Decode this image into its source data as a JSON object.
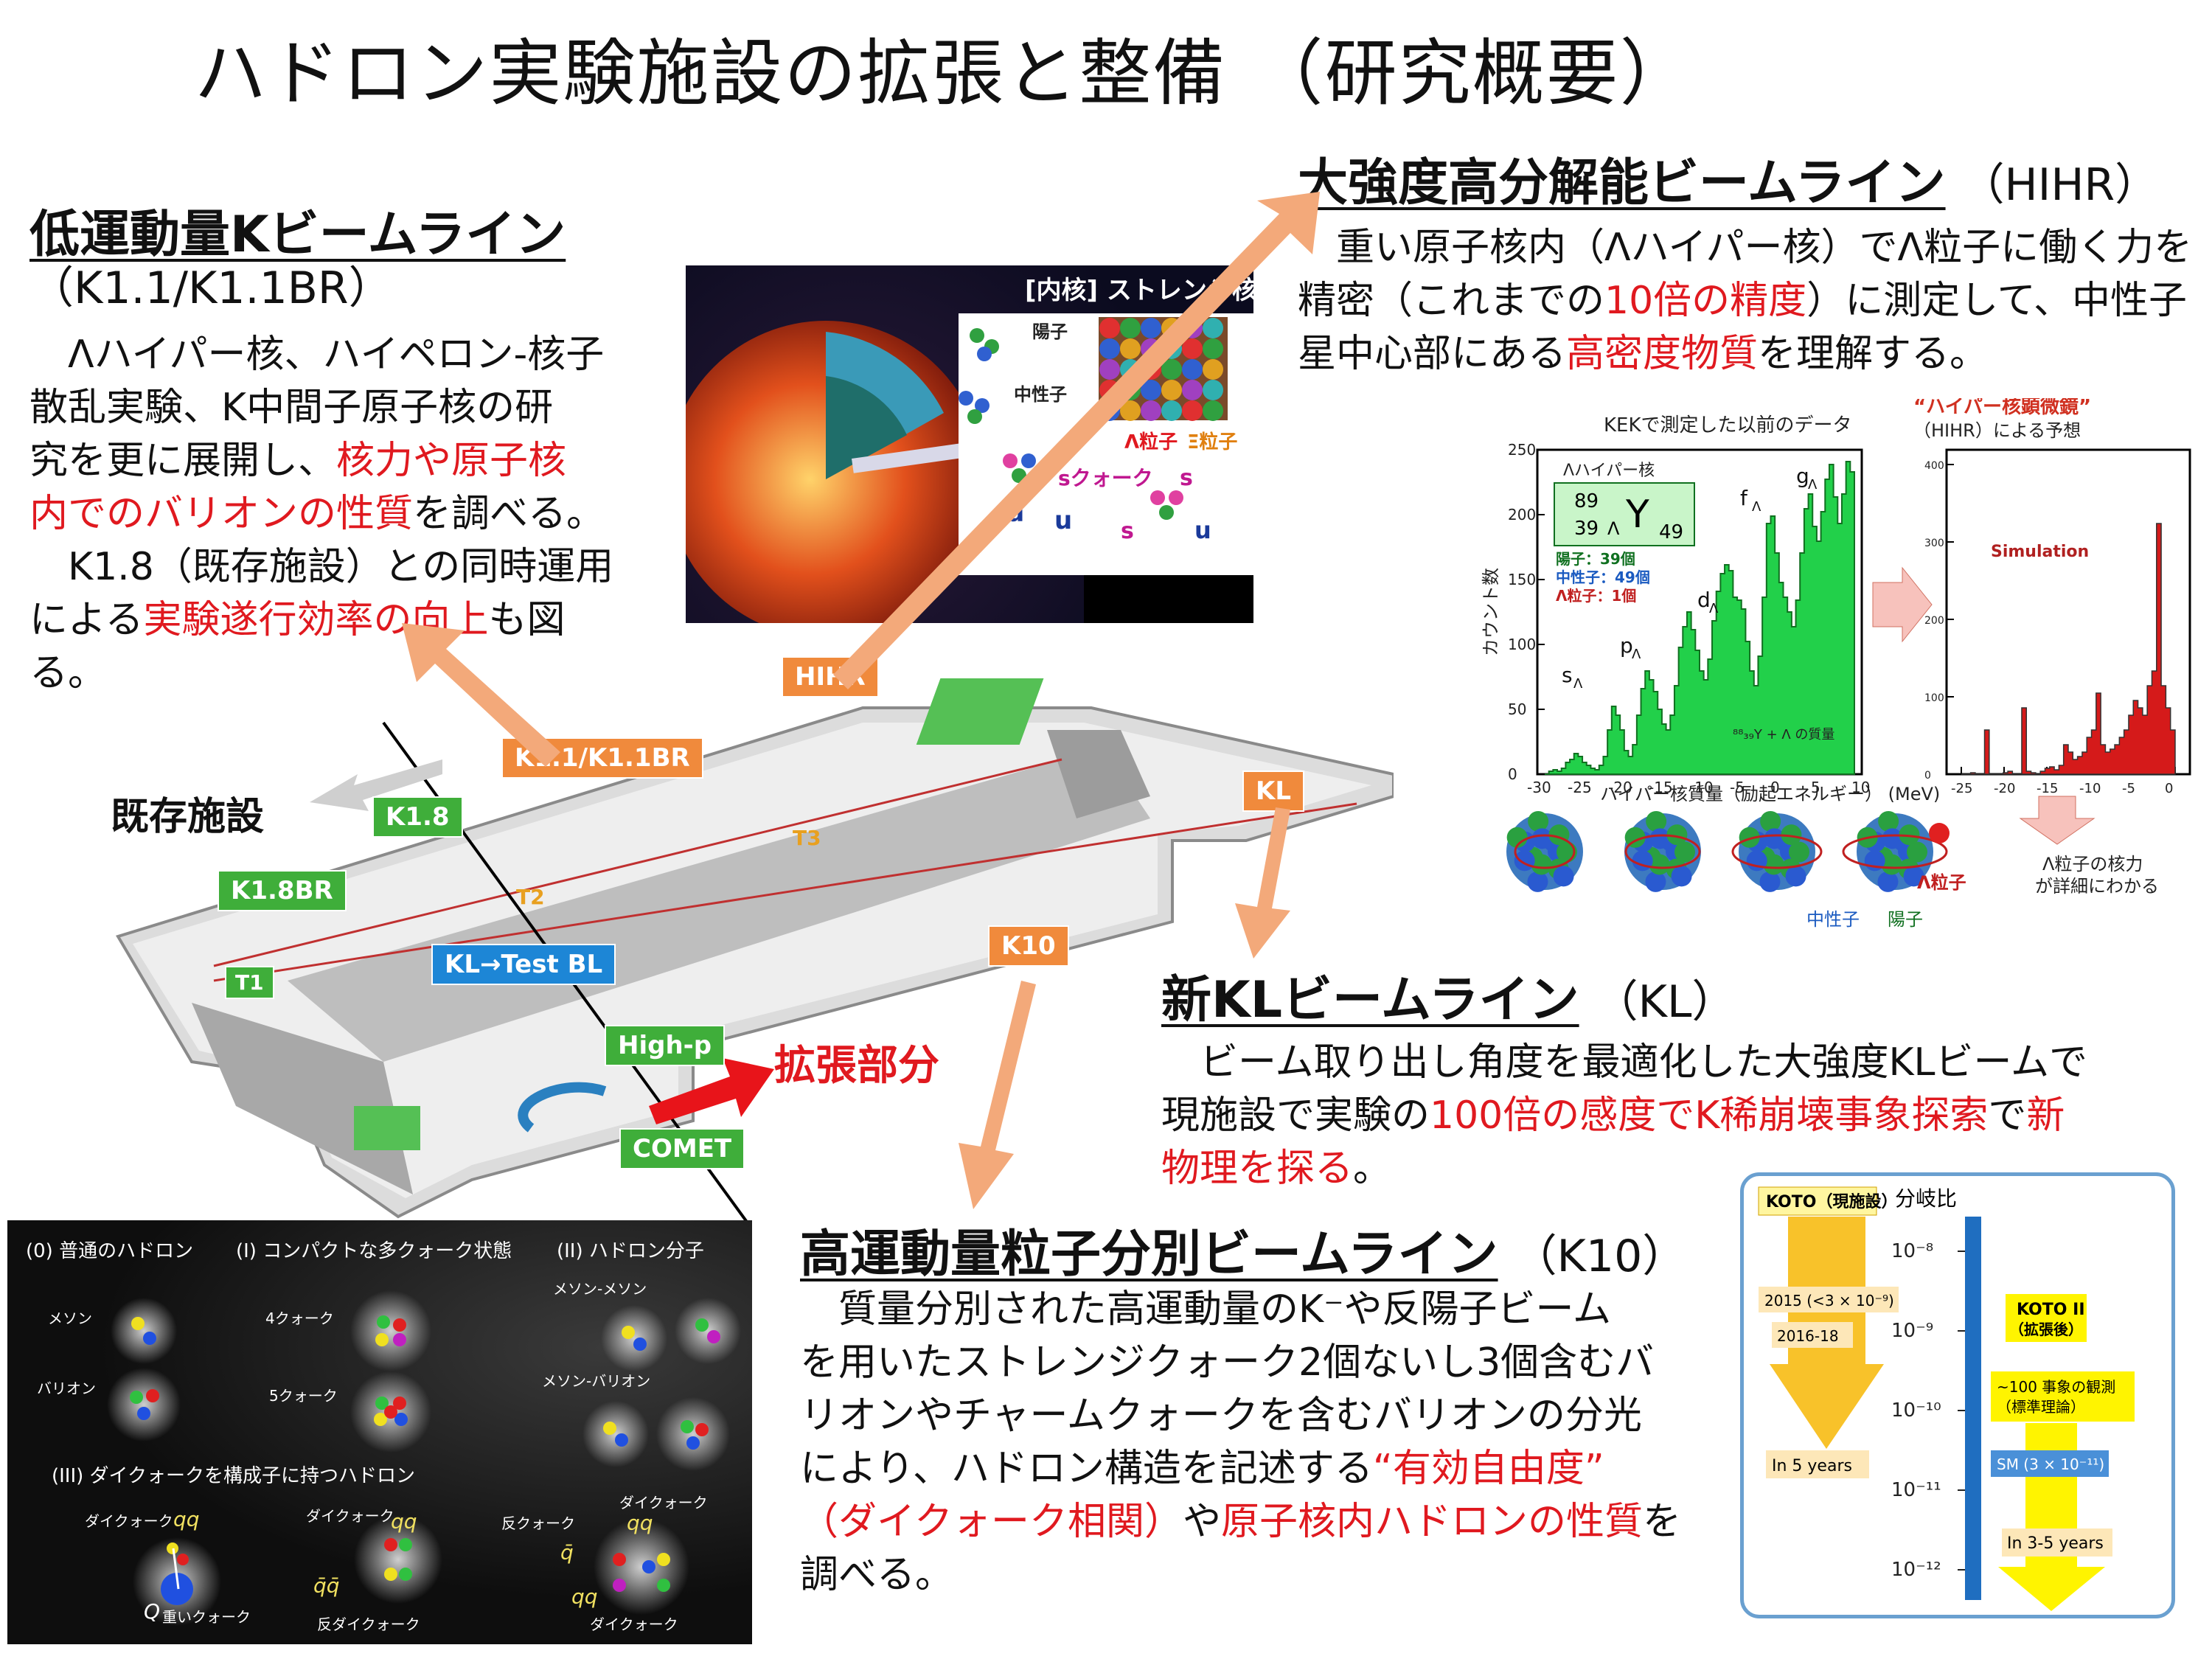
{
  "title": "ハドロン実験施設の拡張と整備 （研究概要）",
  "low_k": {
    "heading": "低運動量Kビームライン",
    "sub": "（K1.1/K1.1BR）",
    "p1a": "　Λハイパー核、ハイペロン-核子",
    "p1b": "散乱実験、K中間子原子核の研",
    "p1c": "究を更に展開し、",
    "p1c_red": "核力や原子核",
    "p1d_red": "内でのバリオンの性質",
    "p1d": "を調べる。",
    "p2a": "　K1.8（既存施設）との同時運用",
    "p2b": "による",
    "p2b_red": "実験遂行効率の向上",
    "p2b2": "も図",
    "p2c": "る。"
  },
  "hihr": {
    "heading": "大強度高分解能ビームライン",
    "sub": "（HIHR）",
    "l1": "　重い原子核内（Λハイパー核）でΛ粒子に働く力を",
    "l2a": "精密（これまでの",
    "l2_red": "10倍の精度",
    "l2b": "）に測定して、中性子",
    "l3a": "星中心部にある",
    "l3_red": "高密度物質",
    "l3b": "を理解する。"
  },
  "kl": {
    "heading": "新KLビームライン",
    "sub": "（KL）",
    "l1": "　ビーム取り出し角度を最適化した大強度KLビームで",
    "l2a": "現施設で実験の",
    "l2_red": "100倍の感度でK稀崩壊事象探索",
    "l2b": "で",
    "l2_red2": "新",
    "l3_red": "物理を探る",
    "l3b": "。"
  },
  "k10": {
    "heading": "高運動量粒子分別ビームライン",
    "sub": "（K10）",
    "l1": "　質量分別された高運動量のK⁻や反陽子ビーム",
    "l2": "を用いたストレンジクォーク2個ないし3個含むバ",
    "l3": "リオンやチャームクォークを含むバリオンの分光",
    "l4a": "により、ハドロン構造を記述する",
    "l4_red": "“有効自由度”",
    "l5_red": "（ダイクォーク相関）",
    "l5b": "や",
    "l5_red2": "原子核内ハドロンの性質",
    "l5c": "を",
    "l6": "調べる。"
  },
  "facility": {
    "existing": "既存施設",
    "expansion": "拡張部分",
    "labels": {
      "hihr": "HIHR",
      "k11": "K1.1/K1.1BR",
      "k18": "K1.8",
      "k18br": "K1.8BR",
      "kl": "KL",
      "k10": "K10",
      "kltest": "KL→Test BL",
      "highp": "High-p",
      "comet": "COMET",
      "t1": "T1",
      "t2": "T2",
      "t3": "T3"
    }
  },
  "neutron_star": {
    "caption": "[内核] ストレンジ核物質?",
    "proton": "陽子",
    "neutron": "中性子",
    "lambda": "Λ粒子",
    "xi": "Ξ粒子",
    "squark": "sクォーク",
    "s": "s",
    "d": "d",
    "u": "u"
  },
  "spectrum": {
    "kek_caption": "KEKで測定した以前のデータ",
    "hihr_caption_1": "“ハイパー核顕微鏡”",
    "hihr_caption_2": "（HIHR）による予想",
    "ylabel": "カウント数",
    "xlabel": "ハイパー核質量（励起エネルギー） (MeV)",
    "nucleus_box": "Λハイパー核",
    "nuc_a": "89",
    "nuc_z": "39",
    "nuc_sym": "Y",
    "nuc_n": "49",
    "nuc_lambda": "Λ",
    "legend_p": "陽子：39個",
    "legend_n": "中性子：49個",
    "legend_l": "Λ粒子：1個",
    "peaks": [
      "s",
      "p",
      "d",
      "f",
      "g"
    ],
    "peak_sub": "Λ",
    "core_label": "⁸⁸₃₉Y + Λ の質量",
    "simulation": "Simulation",
    "yticks": [
      "0",
      "50",
      "100",
      "150",
      "200",
      "250"
    ],
    "xticks": [
      "-30",
      "-25",
      "-20",
      "-15",
      "-10",
      "-5",
      "0",
      "5",
      "10"
    ],
    "sim_xticks": [
      "-25",
      "-20",
      "-15",
      "-10",
      "-5",
      "0"
    ],
    "sim_yticks": [
      "0",
      "100",
      "200",
      "300",
      "400"
    ],
    "force_note_1": "Λ粒子の核力",
    "force_note_2": "が詳細にわかる",
    "lambda_particle": "Λ粒子",
    "neutron": "中性子",
    "proton": "陽子"
  },
  "quark": {
    "h0": "(0) 普通のハドロン",
    "h1": "(I) コンパクトな多クォーク状態",
    "h2": "(II) ハドロン分子",
    "meson": "メソン",
    "baryon": "バリオン",
    "q4": "4クォーク",
    "q5": "5クォーク",
    "mm": "メソン-メソン",
    "mb": "メソン-バリオン",
    "h3": "(III) ダイクォークを構成子に持つハドロン",
    "diquark": "ダイクォーク",
    "qq": "qq",
    "antiqq": "q̄q̄",
    "antiq_label": "反クォーク",
    "antiq": "q̄",
    "Q": "Q",
    "heavy": "重いクォーク",
    "antidiquark": "反ダイクォーク"
  },
  "koto": {
    "koto_now": "KOTO（現施設）",
    "branch": "分岐比",
    "exp": [
      "10⁻⁸",
      "10⁻⁹",
      "10⁻¹⁰",
      "10⁻¹¹",
      "10⁻¹²"
    ],
    "y2015": "2015 (<3 × 10⁻⁹)",
    "y2016": "2016-18",
    "in5": "In 5 years",
    "koto2_1": "KOTO II",
    "koto2_2": "（拡張後）",
    "obs_1": "~100 事象の観測",
    "obs_2": "（標準理論）",
    "sm": "SM (3 × 10⁻¹¹)",
    "in35": "In 3-5 years"
  }
}
